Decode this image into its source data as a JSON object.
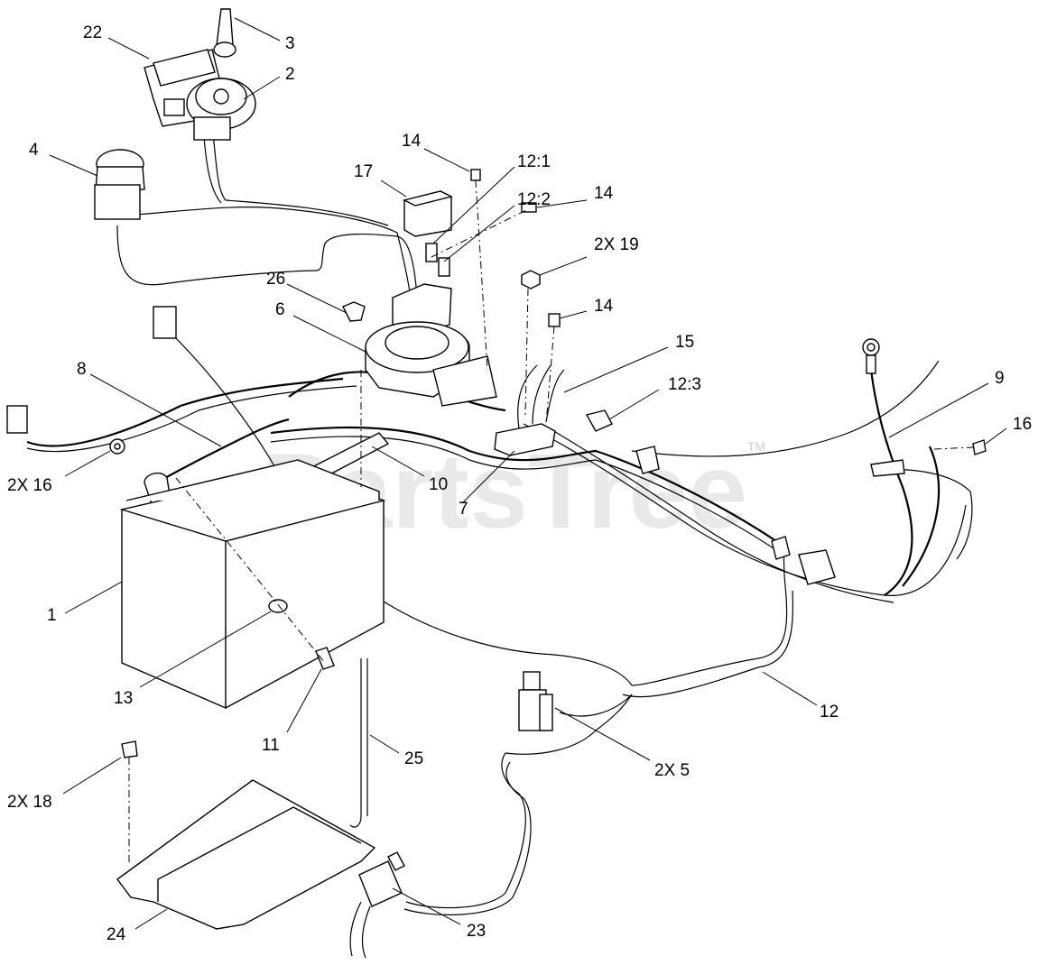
{
  "watermark": {
    "text": "PartsTree",
    "tm": "TM"
  },
  "callouts": [
    {
      "id": "c22",
      "label": "22"
    },
    {
      "id": "c3",
      "label": "3"
    },
    {
      "id": "c2",
      "label": "2"
    },
    {
      "id": "c4",
      "label": "4"
    },
    {
      "id": "c14a",
      "label": "14"
    },
    {
      "id": "c12_1",
      "label": "12:1"
    },
    {
      "id": "c17",
      "label": "17"
    },
    {
      "id": "c12_2",
      "label": "12:2"
    },
    {
      "id": "c14b",
      "label": "14"
    },
    {
      "id": "c2x19",
      "label": "2X 19"
    },
    {
      "id": "c26",
      "label": "26"
    },
    {
      "id": "c6",
      "label": "6"
    },
    {
      "id": "c14c",
      "label": "14"
    },
    {
      "id": "c15",
      "label": "15"
    },
    {
      "id": "c8",
      "label": "8"
    },
    {
      "id": "c9",
      "label": "9"
    },
    {
      "id": "c12_3",
      "label": "12:3"
    },
    {
      "id": "c16",
      "label": "16"
    },
    {
      "id": "c2x16",
      "label": "2X 16"
    },
    {
      "id": "c10",
      "label": "10"
    },
    {
      "id": "c7",
      "label": "7"
    },
    {
      "id": "c1",
      "label": "1"
    },
    {
      "id": "c13",
      "label": "13"
    },
    {
      "id": "c11",
      "label": "11"
    },
    {
      "id": "c12",
      "label": "12"
    },
    {
      "id": "c25",
      "label": "25"
    },
    {
      "id": "c2x5",
      "label": "2X 5"
    },
    {
      "id": "c2x18",
      "label": "2X 18"
    },
    {
      "id": "c24",
      "label": "24"
    },
    {
      "id": "c23",
      "label": "23"
    }
  ]
}
